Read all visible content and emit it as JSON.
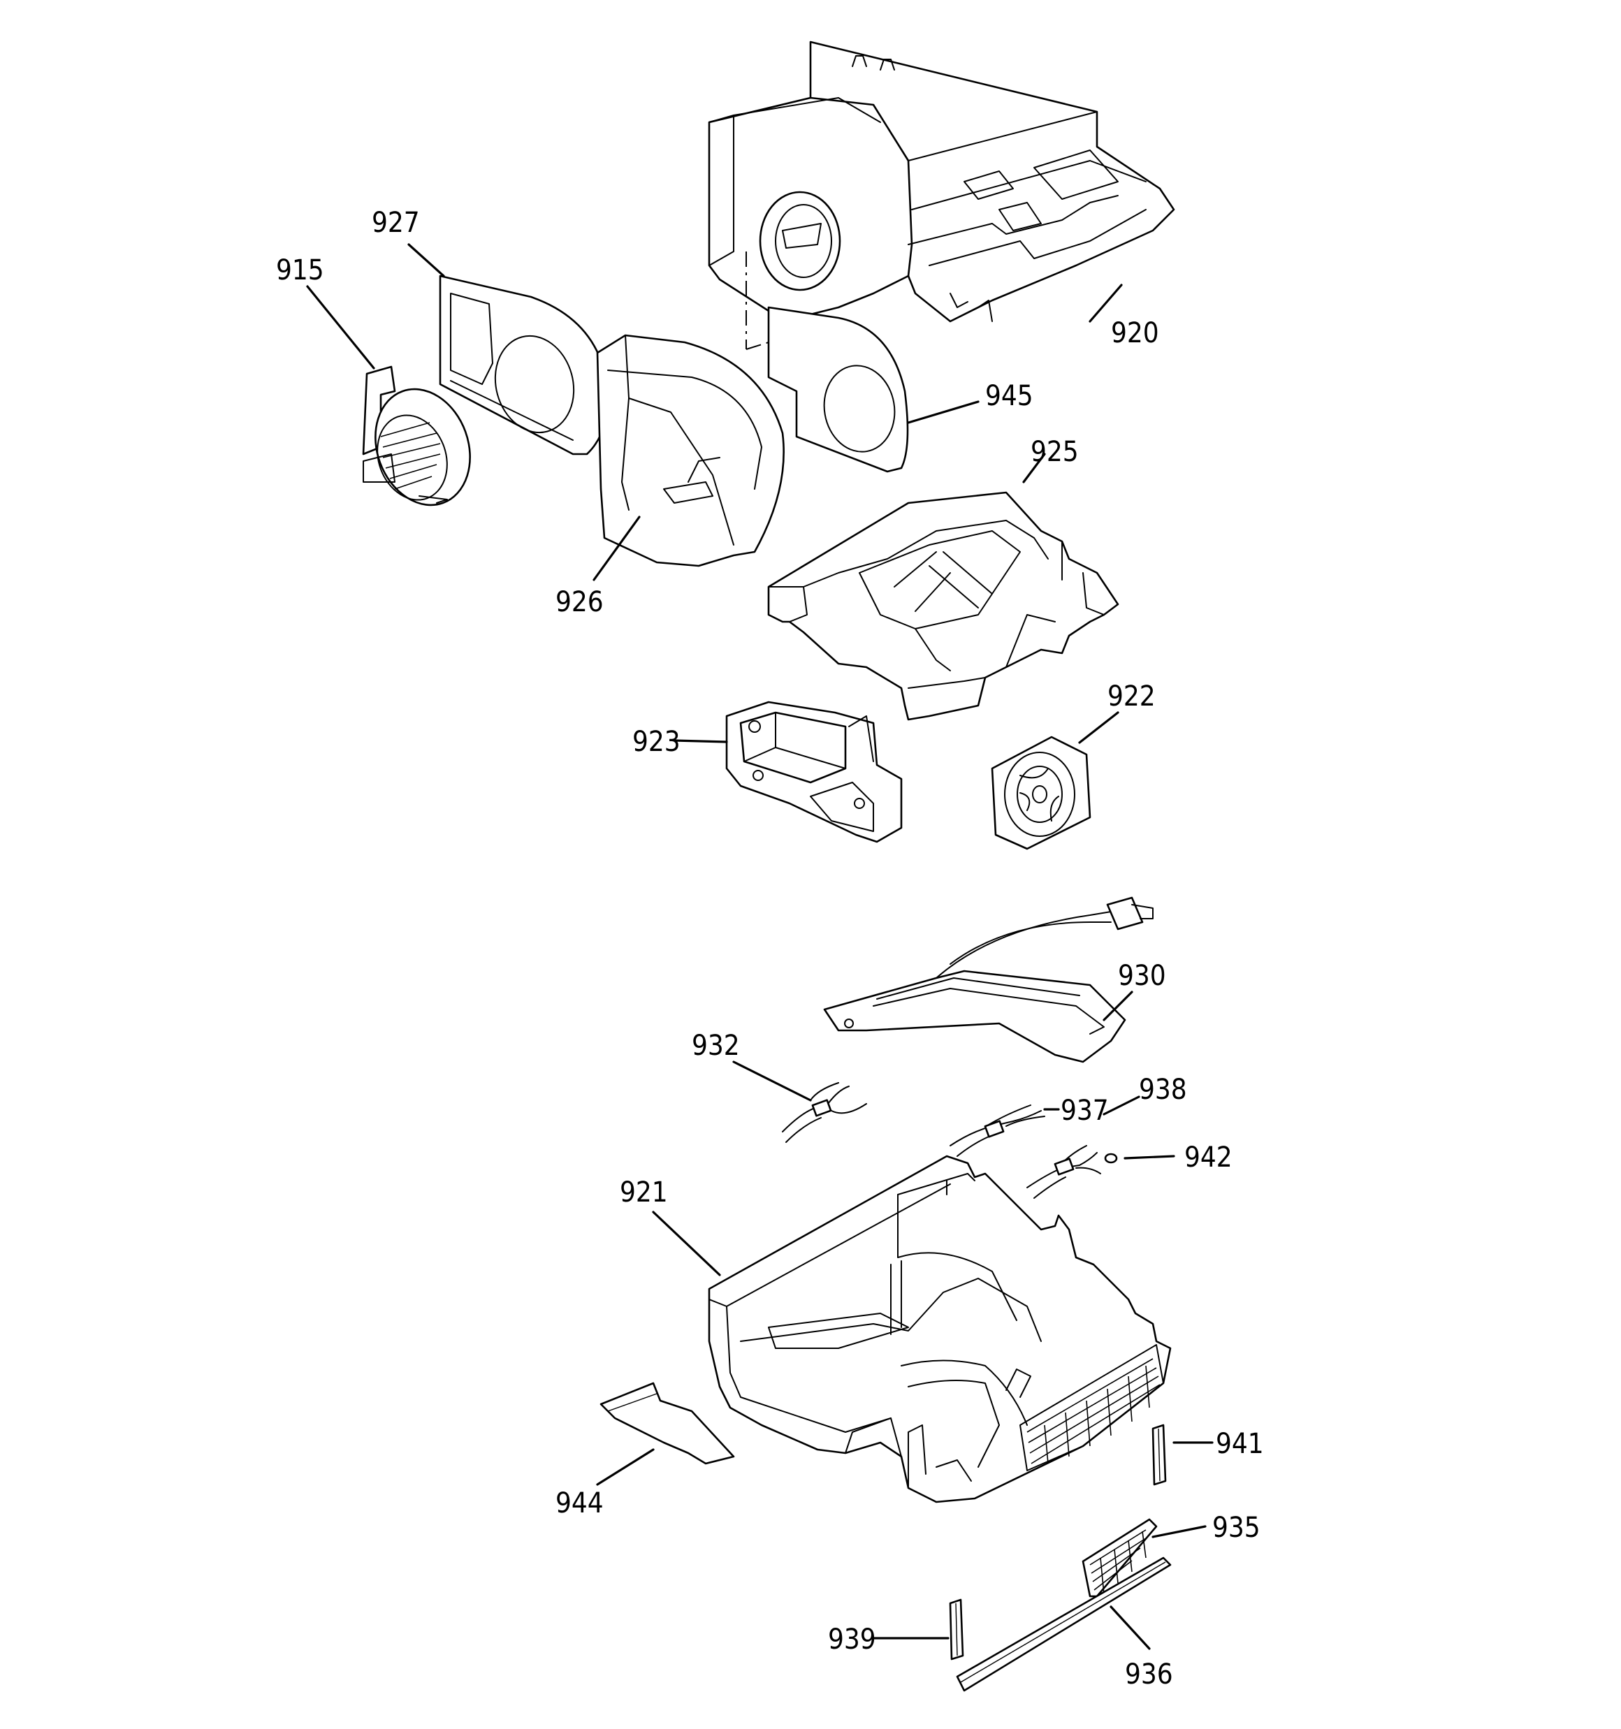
{
  "diagram": {
    "callouts": {
      "p915": "915",
      "p927": "927",
      "p926": "926",
      "p920": "920",
      "p945": "945",
      "p925": "925",
      "p923": "923",
      "p922": "922",
      "p930": "930",
      "p932": "932",
      "p937": "937",
      "p938": "938",
      "p942": "942",
      "p921": "921",
      "p944": "944",
      "p941": "941",
      "p935": "935",
      "p939": "939",
      "p936": "936"
    }
  }
}
